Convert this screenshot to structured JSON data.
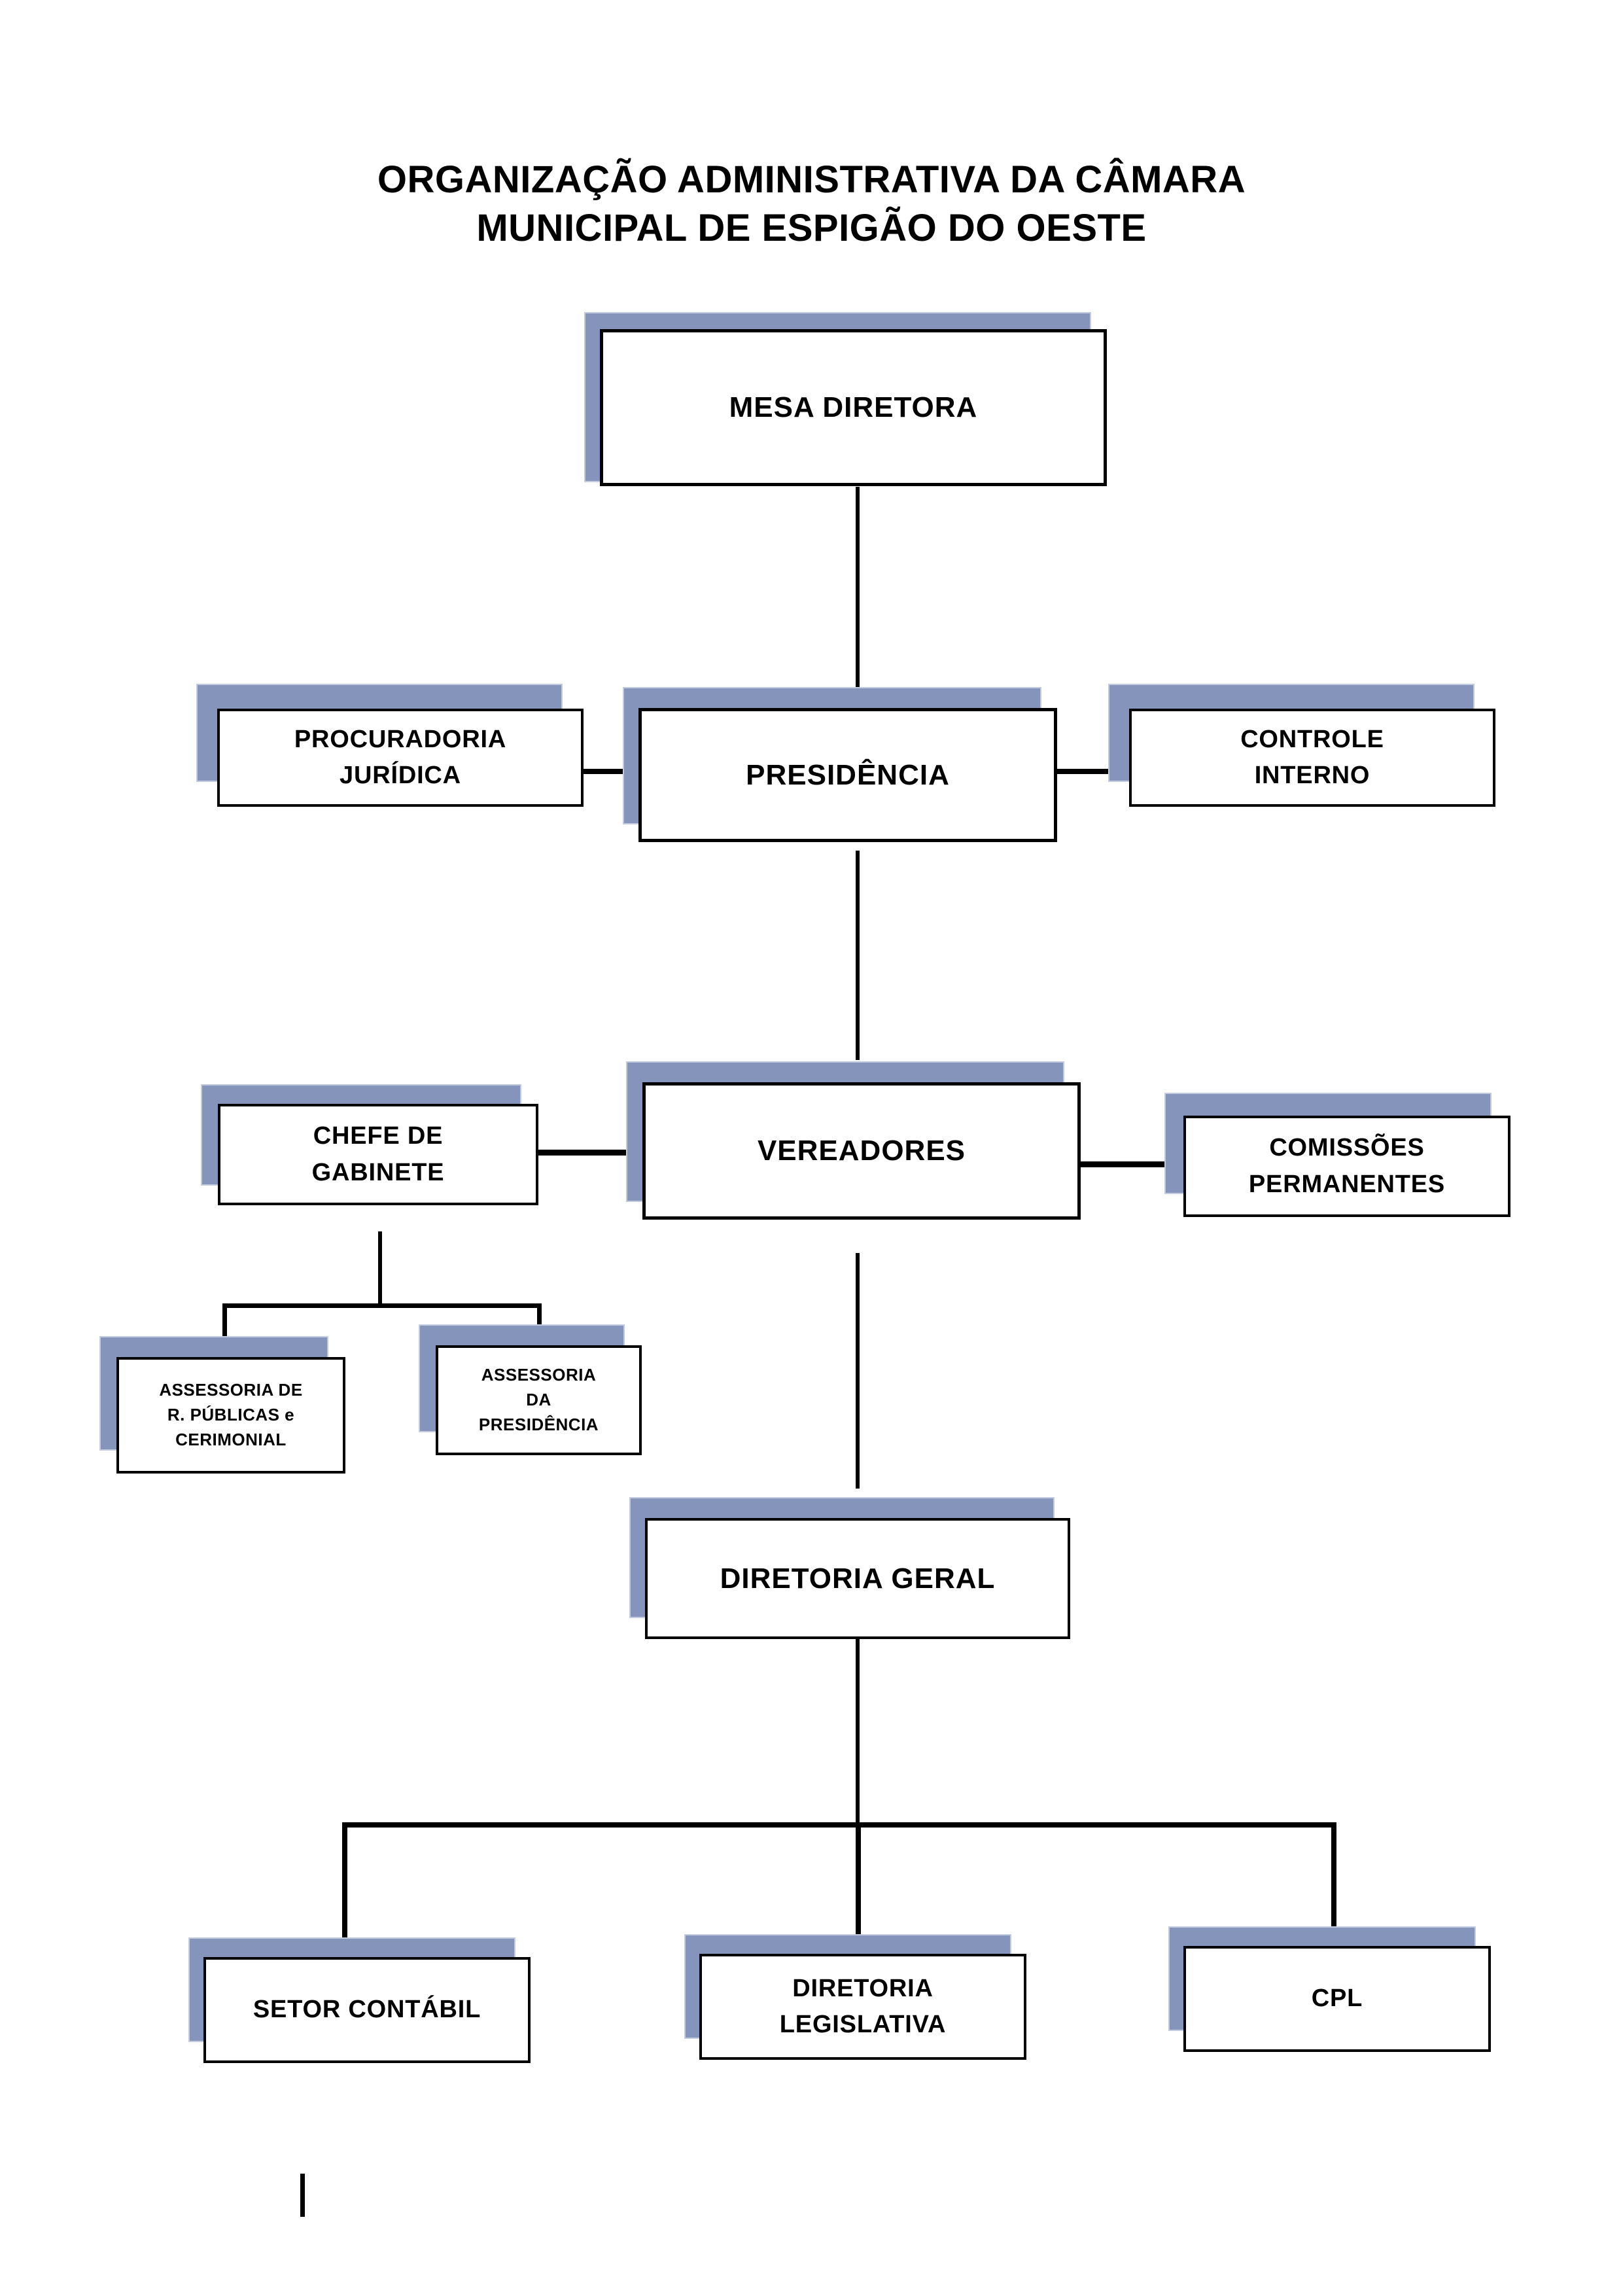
{
  "document": {
    "title_line_1": "ORGANIZAÇÃO ADMINISTRATIVA DA CÂMARA",
    "title_line_2": "MUNICIPAL DE ESPIGÃO DO OESTE"
  },
  "colors": {
    "shadow": "#8494bb",
    "shadow_border": "#c3cbe0",
    "box_border": "#000000",
    "box_fill": "#ffffff",
    "text": "#000000",
    "connector": "#000000",
    "page_background": "#ffffff"
  },
  "chart_data": {
    "type": "diagram",
    "subtype": "organizational-hierarchy",
    "title": "ORGANIZAÇÃO ADMINISTRATIVA DA CÂMARA MUNICIPAL DE ESPIGÃO DO OESTE",
    "nodes": [
      {
        "id": "mesa_diretora",
        "label": "MESA DIRETORA",
        "level": 0
      },
      {
        "id": "presidencia",
        "label": "PRESIDÊNCIA",
        "level": 1
      },
      {
        "id": "procuradoria",
        "label": "PROCURADORIA\nJURÍDICA",
        "level": 1
      },
      {
        "id": "controle_interno",
        "label": "CONTROLE\nINTERNO",
        "level": 1
      },
      {
        "id": "vereadores",
        "label": "VEREADORES",
        "level": 2
      },
      {
        "id": "chefe_gabinete",
        "label": "CHEFE DE\nGABINETE",
        "level": 2
      },
      {
        "id": "comissoes",
        "label": "COMISSÕES\nPERMANENTES",
        "level": 2
      },
      {
        "id": "assessoria_rp",
        "label": "ASSESSORIA DE\nR. PÚBLICAS e\nCERIMONIAL",
        "level": 3
      },
      {
        "id": "assessoria_pres",
        "label": "ASSESSORIA\nDA\nPRESIDÊNCIA",
        "level": 3
      },
      {
        "id": "diretoria_geral",
        "label": "DIRETORIA GERAL",
        "level": 3
      },
      {
        "id": "setor_contabil",
        "label": "SETOR CONTÁBIL",
        "level": 4
      },
      {
        "id": "diretoria_legislativa",
        "label": "DIRETORIA\nLEGISLATIVA",
        "level": 4
      },
      {
        "id": "cpl",
        "label": "CPL",
        "level": 4
      }
    ],
    "edges": [
      {
        "from": "mesa_diretora",
        "to": "presidencia",
        "style": "vertical"
      },
      {
        "from": "presidencia",
        "to": "procuradoria",
        "style": "horizontal-left"
      },
      {
        "from": "presidencia",
        "to": "controle_interno",
        "style": "horizontal-right"
      },
      {
        "from": "presidencia",
        "to": "vereadores",
        "style": "vertical"
      },
      {
        "from": "vereadores",
        "to": "chefe_gabinete",
        "style": "horizontal-left"
      },
      {
        "from": "vereadores",
        "to": "comissoes",
        "style": "horizontal-right"
      },
      {
        "from": "chefe_gabinete",
        "to": "assessoria_rp",
        "style": "elbow"
      },
      {
        "from": "chefe_gabinete",
        "to": "assessoria_pres",
        "style": "elbow"
      },
      {
        "from": "vereadores",
        "to": "diretoria_geral",
        "style": "vertical"
      },
      {
        "from": "diretoria_geral",
        "to": "setor_contabil",
        "style": "elbow"
      },
      {
        "from": "diretoria_geral",
        "to": "diretoria_legislativa",
        "style": "elbow"
      },
      {
        "from": "diretoria_geral",
        "to": "cpl",
        "style": "elbow"
      }
    ]
  },
  "nodes": {
    "mesa_diretora": {
      "label": "MESA DIRETORA"
    },
    "procuradoria": {
      "label": "PROCURADORIA\nJURÍDICA"
    },
    "presidencia": {
      "label": "PRESIDÊNCIA"
    },
    "controle_interno": {
      "label": "CONTROLE\nINTERNO"
    },
    "chefe_gabinete": {
      "label": "CHEFE DE\nGABINETE"
    },
    "vereadores": {
      "label": "VEREADORES"
    },
    "comissoes": {
      "label": "COMISSÕES\nPERMANENTES"
    },
    "assessoria_rp": {
      "label": "ASSESSORIA DE\nR. PÚBLICAS e\nCERIMONIAL"
    },
    "assessoria_pres": {
      "label": "ASSESSORIA\nDA\nPRESIDÊNCIA"
    },
    "diretoria_geral": {
      "label": "DIRETORIA GERAL"
    },
    "setor_contabil": {
      "label": "SETOR CONTÁBIL"
    },
    "diretoria_legislativa": {
      "label": "DIRETORIA\nLEGISLATIVA"
    },
    "cpl": {
      "label": "CPL"
    }
  }
}
